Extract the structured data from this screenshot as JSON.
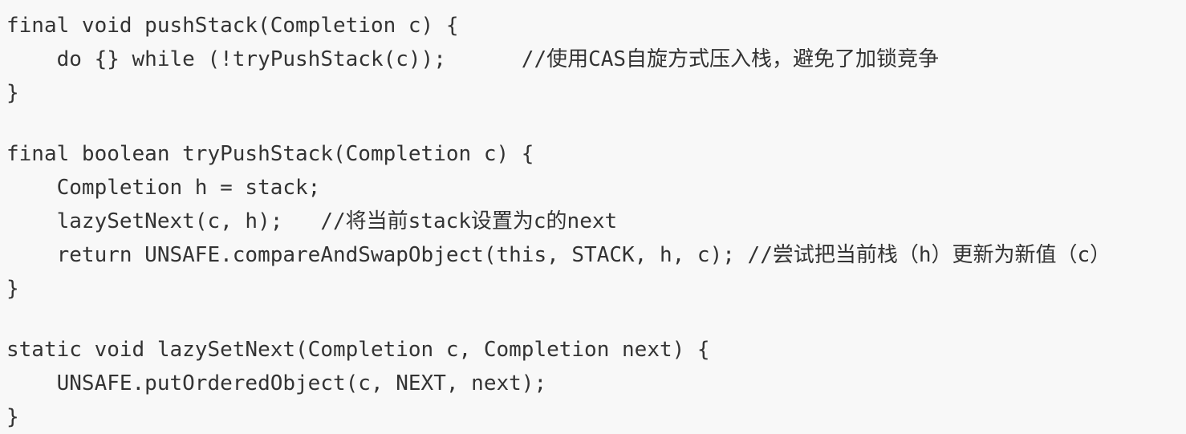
{
  "code": {
    "lines": [
      "final void pushStack(Completion c) {",
      "    do {} while (!tryPushStack(c));      //使用CAS自旋方式压入栈，避免了加锁竞争",
      "}",
      "",
      "final boolean tryPushStack(Completion c) {",
      "    Completion h = stack;",
      "    lazySetNext(c, h);   //将当前stack设置为c的next",
      "    return UNSAFE.compareAndSwapObject(this, STACK, h, c); //尝试把当前栈（h）更新为新值（c）",
      "}",
      "",
      "static void lazySetNext(Completion c, Completion next) {",
      "    UNSAFE.putOrderedObject(c, NEXT, next);",
      "}"
    ]
  }
}
